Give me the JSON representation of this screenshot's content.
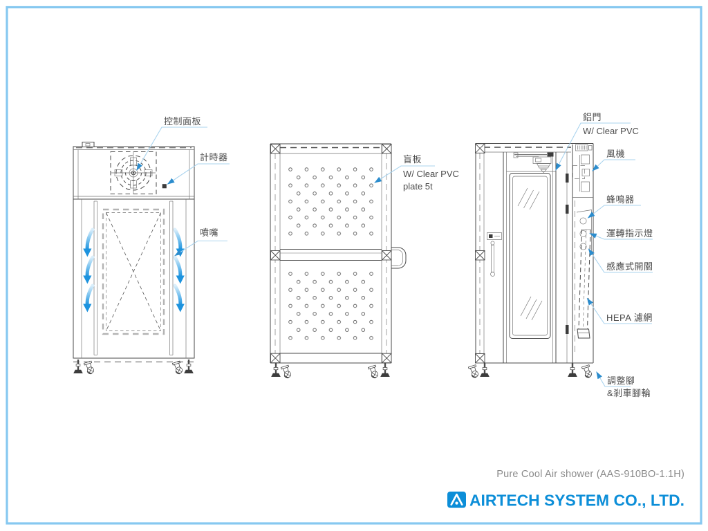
{
  "page": {
    "border_color": "#86c8f0",
    "background": "#ffffff"
  },
  "colors": {
    "drawing_line": "#4a4a4a",
    "leader_line": "#a9d3ee",
    "arrowhead": "#2b8ccd",
    "airflow_blue": "#1d93de",
    "brand_blue": "#0c8ed8",
    "label_text": "#4c4c4c",
    "product_text": "#8a8a8a"
  },
  "labels": {
    "control_panel": "控制面板",
    "timer": "計時器",
    "nozzle": "噴嘴",
    "blind_plate_line1": "盲板",
    "blind_plate_line2": "W/ Clear PVC",
    "blind_plate_line3": "plate 5t",
    "aluminum_door_line1": "鋁門",
    "aluminum_door_line2": "W/ Clear PVC",
    "fan": "風機",
    "buzzer": "蜂鳴器",
    "run_indicator_light": "運轉指示燈",
    "sensor_switch": "感應式開關",
    "hepa_filter": "HEPA 濾網",
    "leveling_foot": "調整腳",
    "brake_caster": "&剎車腳輪"
  },
  "footer": {
    "product_name": "Pure Cool Air shower  (AAS-910BO-1.1H)",
    "company_name": "AIRTECH SYSTEM CO., LTD."
  }
}
